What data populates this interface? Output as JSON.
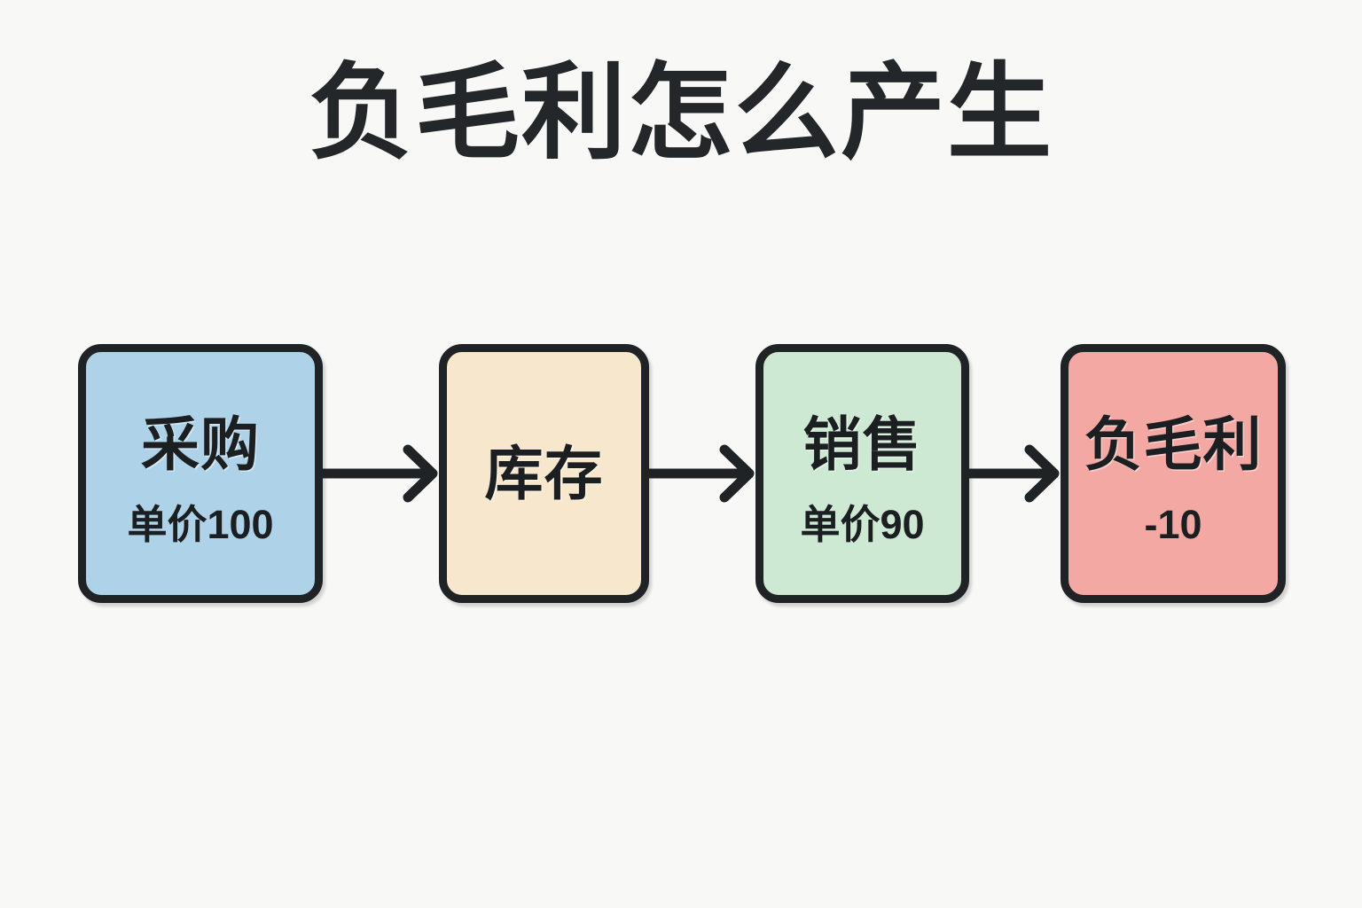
{
  "page": {
    "title": "负毛利怎么产生",
    "background_color": "#f8f8f7",
    "stroke_color": "#1f2326",
    "text_color": "#1c1f22"
  },
  "flow": {
    "nodes": [
      {
        "id": "purchase",
        "title": "采购",
        "subtitle": "单价100",
        "fill_color": "#aed3e8"
      },
      {
        "id": "inventory",
        "title": "库存",
        "subtitle": "",
        "fill_color": "#f7e7cc"
      },
      {
        "id": "sales",
        "title": "销售",
        "subtitle": "单价90",
        "fill_color": "#cde9d3"
      },
      {
        "id": "negative-gross-profit",
        "title": "负毛利",
        "subtitle": "-10",
        "fill_color": "#f3a8a3"
      }
    ],
    "connectors": [
      {
        "id": "purchase-to-inventory",
        "glyph": "arrow-right"
      },
      {
        "id": "inventory-to-sales",
        "glyph": "arrow-right"
      },
      {
        "id": "sales-to-negative-gross-profit",
        "glyph": "arrow-right"
      }
    ]
  },
  "chart_data": {
    "type": "diagram",
    "title": "负毛利怎么产生",
    "categories": [
      "采购",
      "库存",
      "销售",
      "负毛利"
    ],
    "values": [
      100,
      null,
      90,
      -10
    ],
    "value_labels": [
      "单价100",
      "",
      "单价90",
      "-10"
    ],
    "colors": [
      "#aed3e8",
      "#f7e7cc",
      "#cde9d3",
      "#f3a8a3"
    ]
  }
}
